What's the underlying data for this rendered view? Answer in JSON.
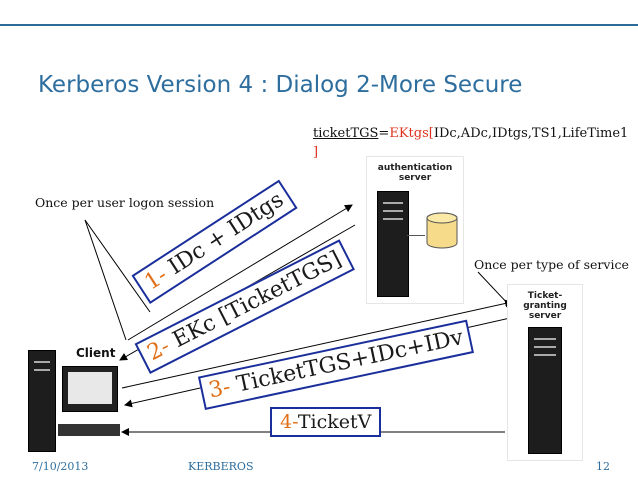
{
  "slide": {
    "title": "Kerberos Version 4 : Dialog 2-More Secure",
    "ticket_def": {
      "name": "ticketTGS",
      "eq": "=",
      "key": "EKtgs",
      "open": "[",
      "contents": "IDc,ADc,IDtgs,TS1,LifeTime1",
      "close": "]"
    },
    "note_logon": "Once per user logon session",
    "note_service": "Once per type of service"
  },
  "auth_server": {
    "label_line1": "authentication",
    "label_line2": "server"
  },
  "tgs_server": {
    "label_line1": "Ticket-granting",
    "label_line2": "server"
  },
  "client": {
    "label": "Client"
  },
  "messages": [
    {
      "num": "1-",
      "text": " IDc + IDtgs"
    },
    {
      "num": "2-",
      "text": " EKc [TicketTGS]"
    },
    {
      "num": "3-",
      "text": " TicketTGS+IDc+IDv"
    },
    {
      "num": "4-",
      "text": "TicketV"
    }
  ],
  "footer": {
    "date": "7/10/2013",
    "center": "KERBEROS",
    "page": "12"
  }
}
